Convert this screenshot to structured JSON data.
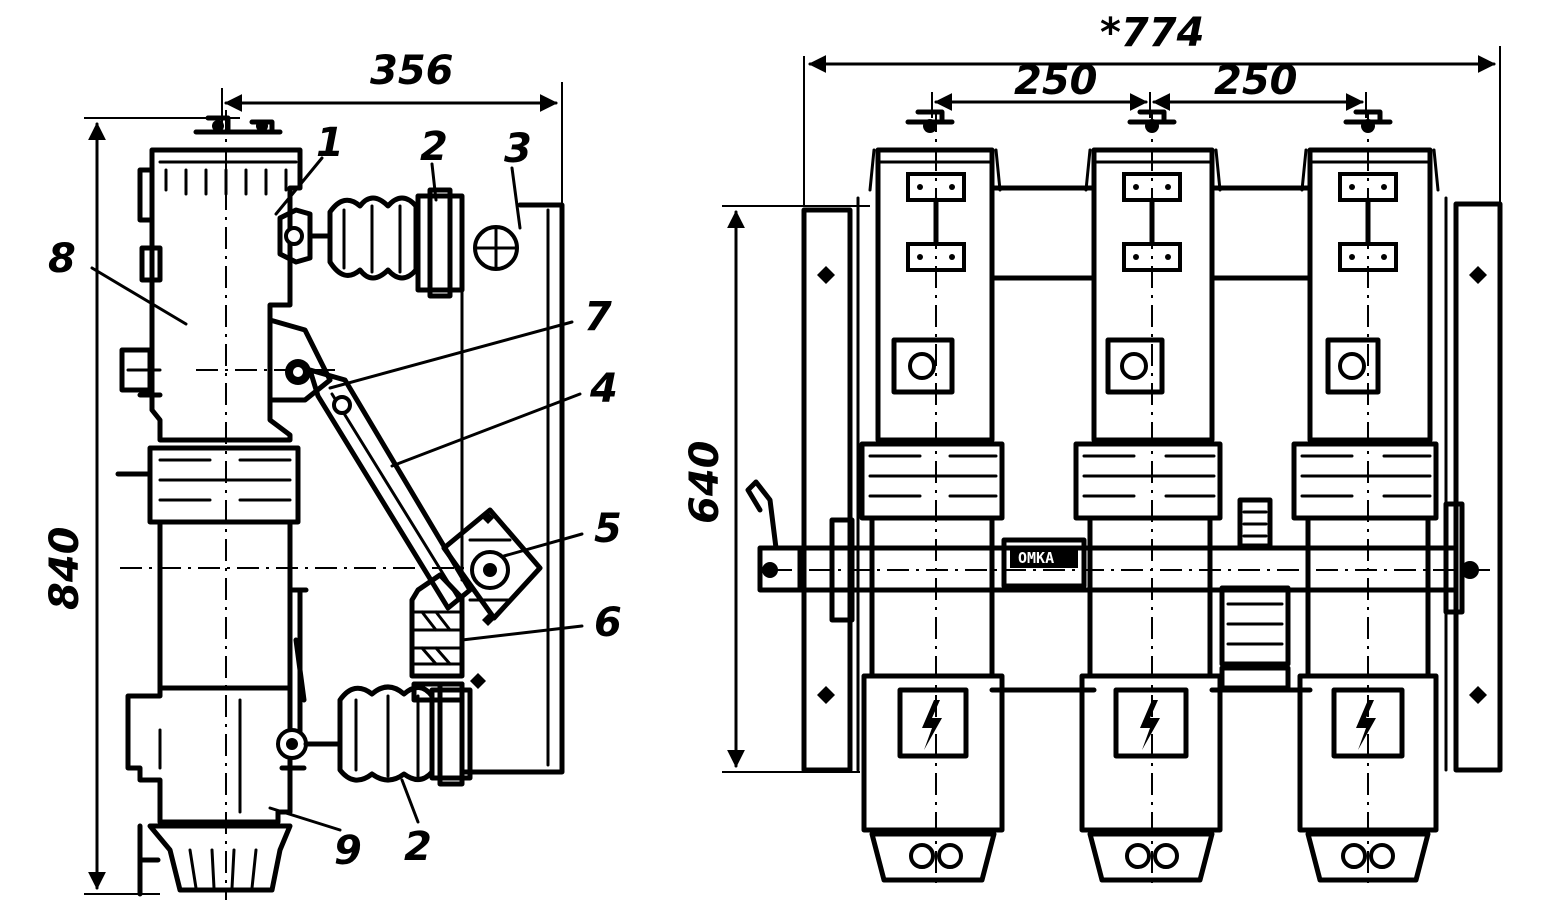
{
  "side_view": {
    "dims": {
      "width": "356",
      "height": "840"
    },
    "labels": {
      "insulator_tube": "1",
      "post_insulator_top": "2",
      "frame": "3",
      "rod": "4",
      "shaft_bracket": "5",
      "latch": "6",
      "pivot": "7",
      "body": "8",
      "lower_contact": "9",
      "post_insulator_bottom": "2"
    }
  },
  "front_view": {
    "dims": {
      "overall": "*774",
      "pitch_left": "250",
      "pitch_right": "250",
      "height": "640"
    },
    "plate_text": "OMKA"
  }
}
